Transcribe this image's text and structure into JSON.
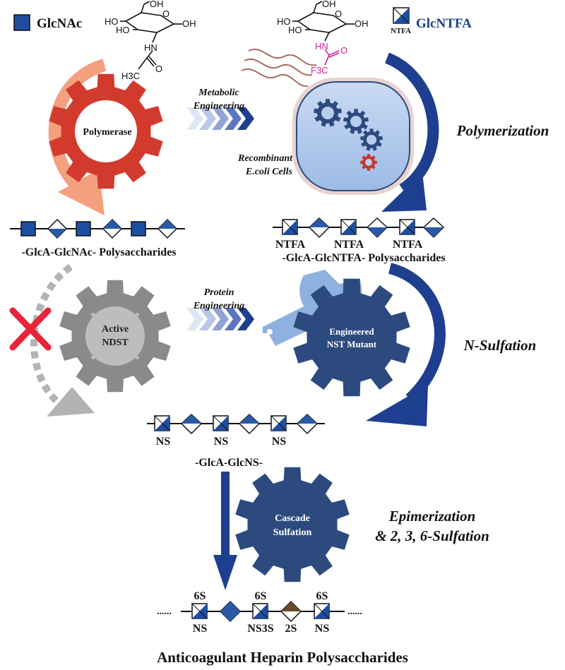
{
  "legend": {
    "glcnac": "GlcNAc",
    "glcntfa": "GlcNTFA",
    "ntfa_small": "NTFA"
  },
  "chem_left": {
    "oh_top": "OH",
    "ho_a": "HO",
    "ho_b": "HO",
    "oh_right": "OH",
    "o_ring": "O",
    "hn": "HN",
    "o_carbonyl": "O",
    "h3c": "H3C"
  },
  "chem_right": {
    "oh_top": "OH",
    "ho_a": "HO",
    "ho_b": "HO",
    "oh_right": "OH",
    "o_ring": "O",
    "hn": "HN",
    "o_carbonyl": "O",
    "f3c": "F3C"
  },
  "arrows": {
    "metabolic_1": "Metabolic",
    "metabolic_2": "Engineering",
    "protein_1": "Protein",
    "protein_2": "Engineering"
  },
  "gears": {
    "polymerase": "Polymerase",
    "ndst_1": "Active",
    "ndst_2": "NDST",
    "nst_1": "Engineered",
    "nst_2": "NST Mutant",
    "cascade_1": "Cascade",
    "cascade_2": "Sulfation"
  },
  "cell": {
    "label_1": "Recombinant",
    "label_2": "E.coli Cells"
  },
  "steps": {
    "polymerization": "Polymerization",
    "n_sulfation": "N-Sulfation",
    "epim_1": "Epimerization",
    "epim_2": "& 2, 3, 6-Sulfation"
  },
  "chains": {
    "glcnac_caption": "-GlcA-GlcNAc- Polysaccharides",
    "ntfa_labels": [
      "NTFA",
      "NTFA",
      "NTFA"
    ],
    "glcntfa_caption": "-GlcA-GlcNTFA- Polysaccharides",
    "ns_labels": [
      "NS",
      "NS",
      "NS"
    ],
    "glcns_caption": "-GlcA-GlcNS-",
    "heparin_top": [
      "6S",
      "6S",
      "6S"
    ],
    "heparin_bottom": [
      "NS",
      "NS3S",
      "2S",
      "NS"
    ],
    "dots_left": "......",
    "dots_right": "......"
  },
  "title": "Anticoagulant Heparin Polysaccharides",
  "colors": {
    "navy": "#1e3f8f",
    "blue_square": "#1d4ea0",
    "diamond_blue": "#2a5aa6",
    "gear_red": "#d23a2e",
    "gear_gray": "#8a8a8a",
    "gear_navy": "#2c4a7e",
    "salmon": "#f4a07f",
    "magenta": "#d0219a",
    "red_x": "#e8233a",
    "brown": "#6b4a2a"
  }
}
